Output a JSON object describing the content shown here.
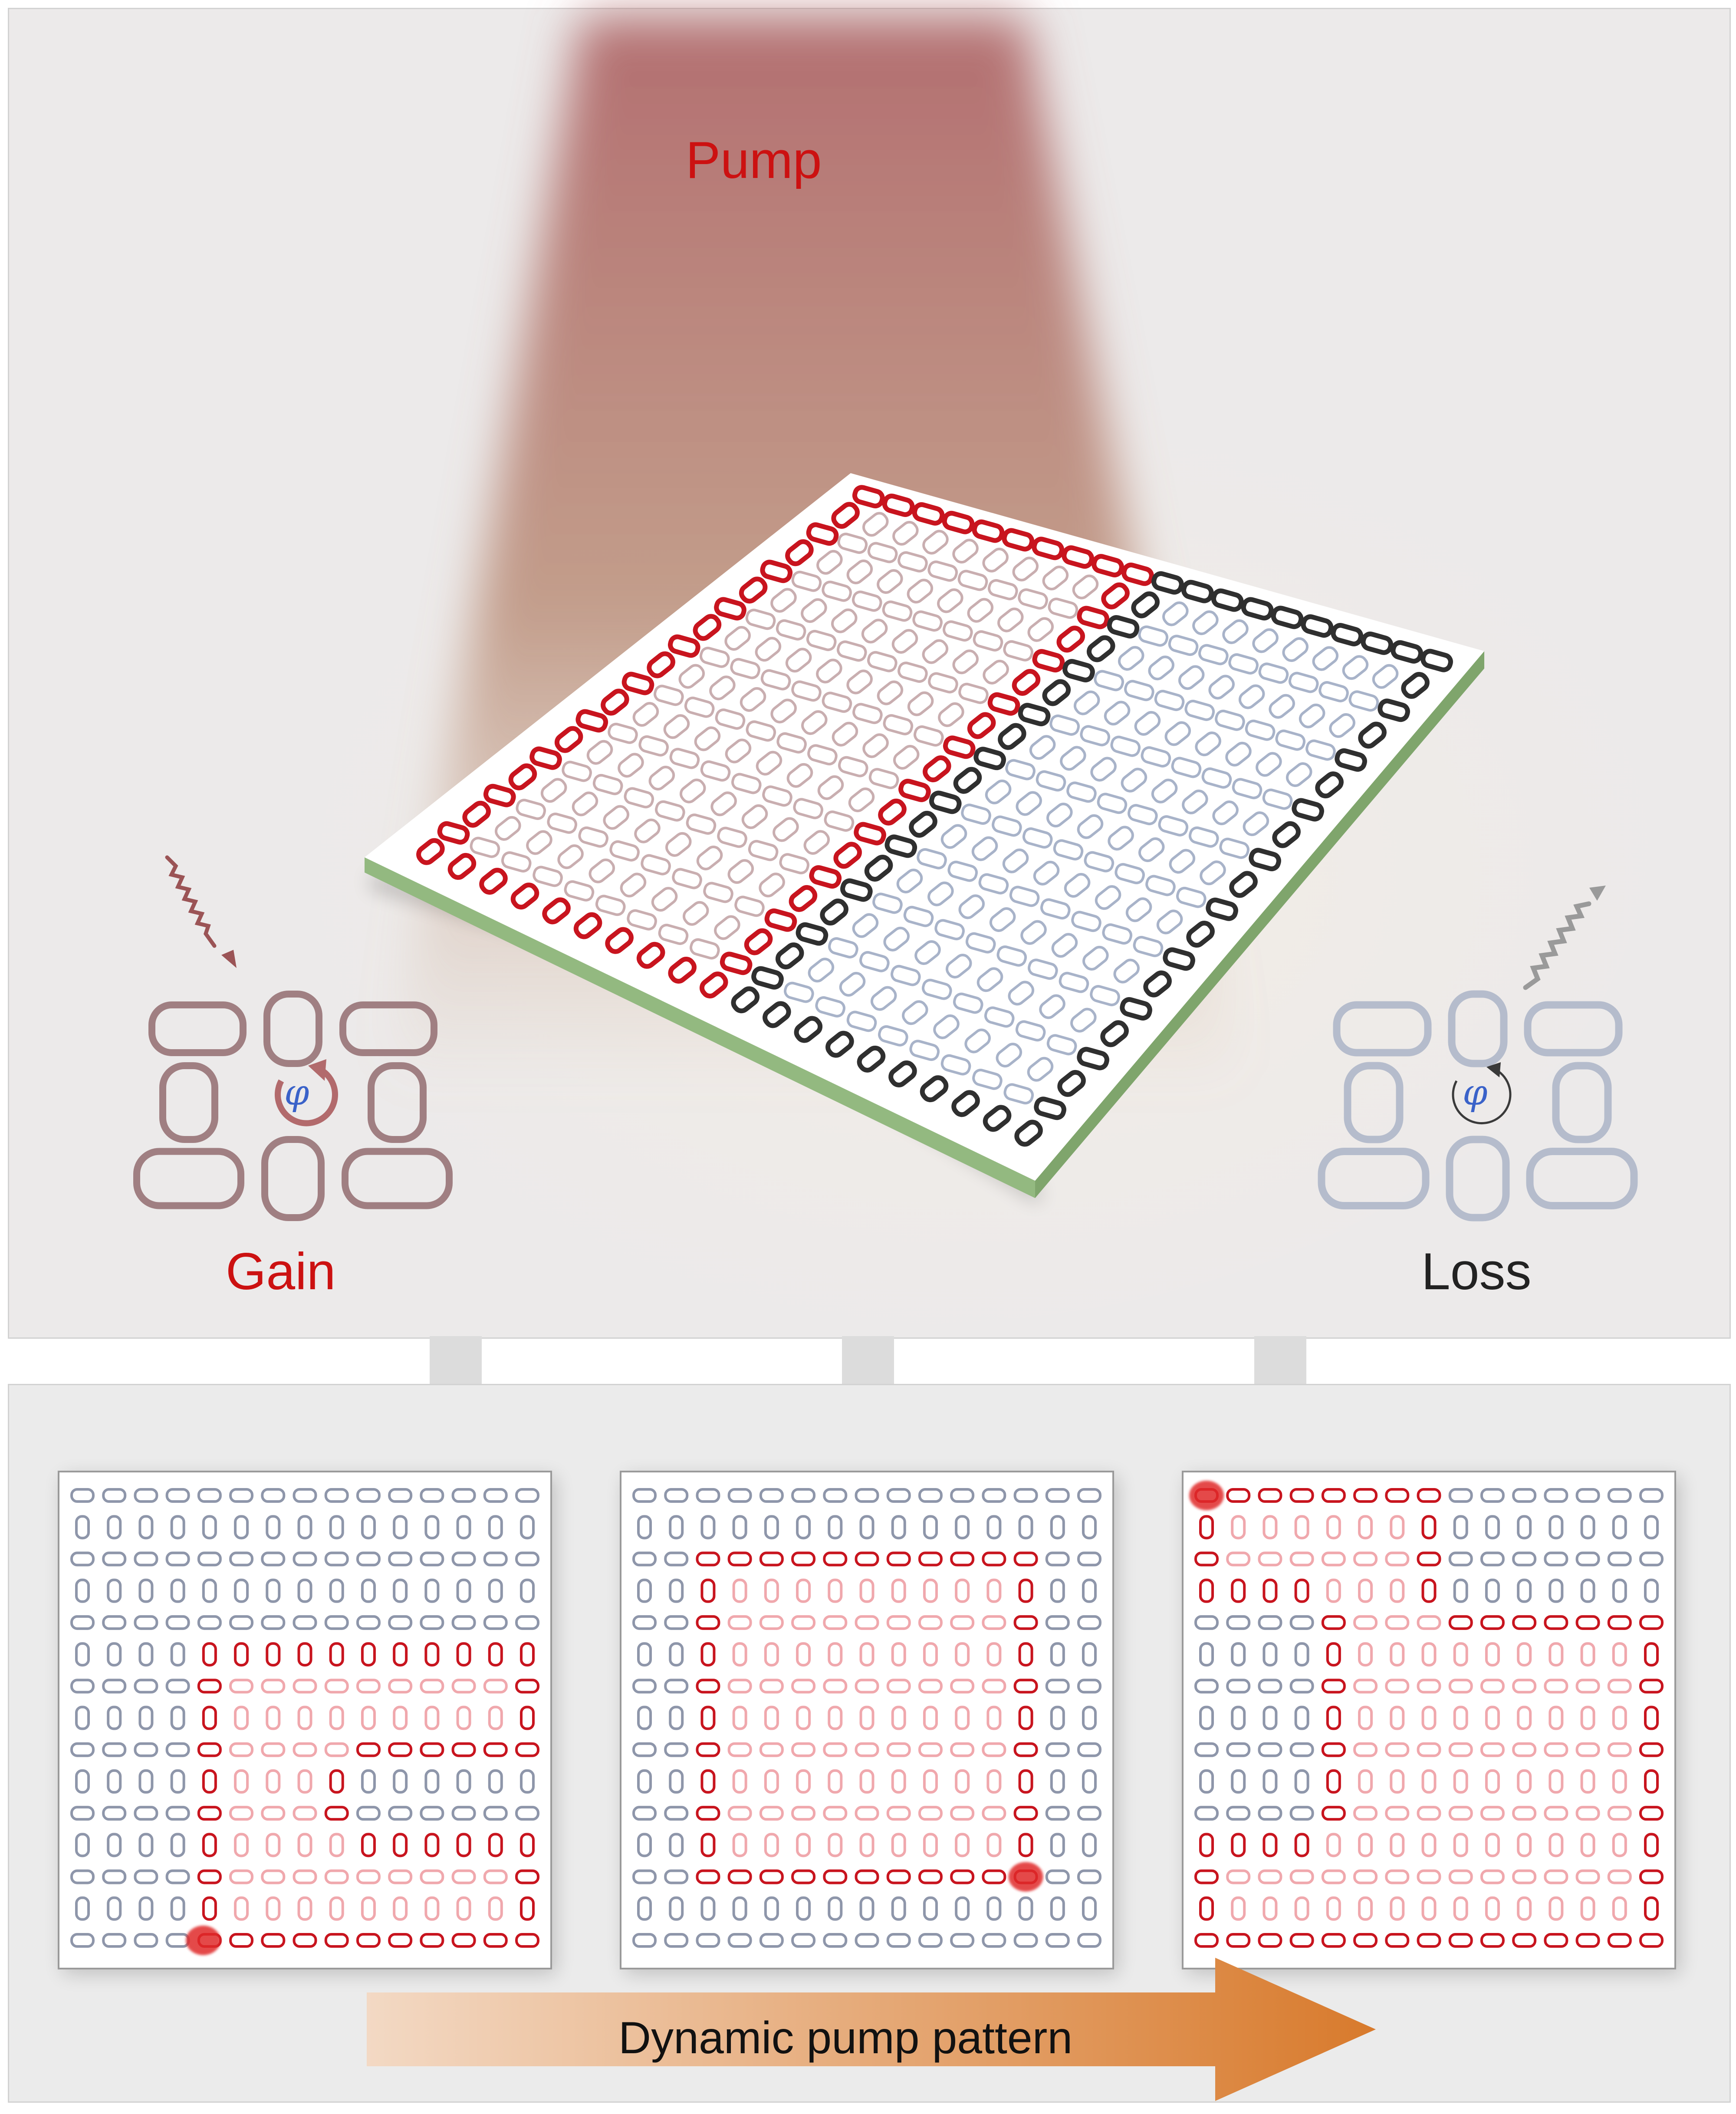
{
  "labels": {
    "pump": "Pump",
    "gain": "Gain",
    "loss": "Loss",
    "phase_symbol": "φ",
    "arrow": "Dynamic pump pattern"
  },
  "colors": {
    "gain_ring": "#c8141e",
    "gain_inner": "#f0a8ad",
    "loss_ring": "#8e96aa",
    "edge_dark": "#2f2f2f",
    "pump_beam": "#b97b6e",
    "chip_edge": "#93b980",
    "arrow_start": "#f3d9c4",
    "arrow_end": "#d87a2c"
  },
  "lattice": {
    "main_chip_rows": 20,
    "main_chip_cols": 20,
    "panel_cells": 15
  },
  "panels": [
    {
      "name": "panel-1",
      "pumped_rows": [
        5,
        14
      ],
      "pumped_cols": [
        4,
        14
      ],
      "notch_rows": [
        9,
        10
      ],
      "notch_cols": [
        9,
        14
      ],
      "hotspot": "bottom-left"
    },
    {
      "name": "panel-2",
      "pumped_rows": [
        2,
        12
      ],
      "pumped_cols": [
        2,
        12
      ],
      "hotspot": "bottom-right"
    },
    {
      "name": "panel-3",
      "pumped_rows": [
        0,
        14
      ],
      "pumped_cols": [
        0,
        14
      ],
      "notch_rows": [
        0,
        3
      ],
      "notch_cols": [
        8,
        14
      ],
      "notch2_rows": [
        4,
        10
      ],
      "notch2_cols": [
        0,
        3
      ],
      "hotspot": "top-left"
    }
  ],
  "icons": {
    "gain_wave": "wavy-arrow-in-icon",
    "loss_wave": "wavy-arrow-out-icon",
    "gain_phase": "circular-arrow-icon",
    "loss_phase": "circular-arrow-icon"
  }
}
